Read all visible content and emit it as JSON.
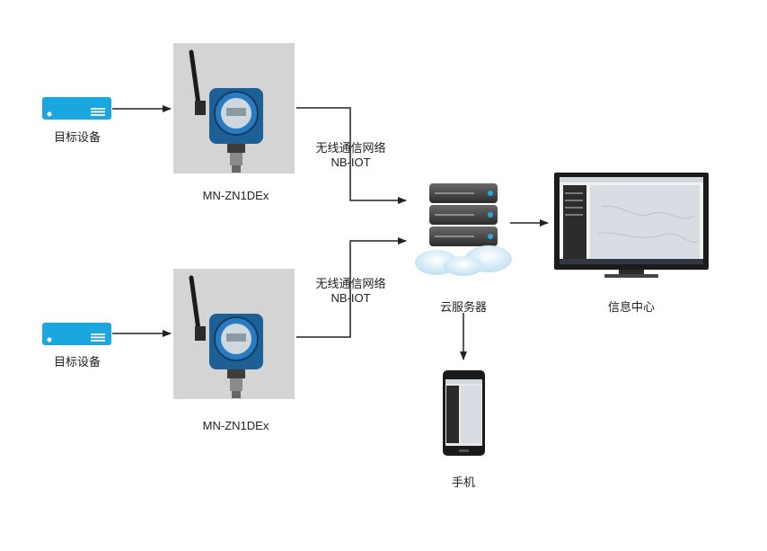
{
  "sources": [
    {
      "label": "目标设备",
      "icon": "server-unit-icon"
    },
    {
      "label": "目标设备",
      "icon": "server-unit-icon"
    }
  ],
  "devices": [
    {
      "label": "MN-ZN1DEx",
      "icon": "pressure-transmitter-icon"
    },
    {
      "label": "MN-ZN1DEx",
      "icon": "pressure-transmitter-icon"
    }
  ],
  "links": [
    {
      "line1": "无线通信网络",
      "line2": "NB-IOT"
    },
    {
      "line1": "无线通信网络",
      "line2": "NB-IOT"
    }
  ],
  "cloud_server": {
    "label": "云服务器",
    "icon": "cloud-server-icon"
  },
  "info_center": {
    "label": "信息中心",
    "icon": "monitor-icon"
  },
  "phone": {
    "label": "手机",
    "icon": "smartphone-icon"
  },
  "colors": {
    "accent": "#1aa7e0",
    "device_bg": "#d4d4d4",
    "line": "#222222"
  }
}
